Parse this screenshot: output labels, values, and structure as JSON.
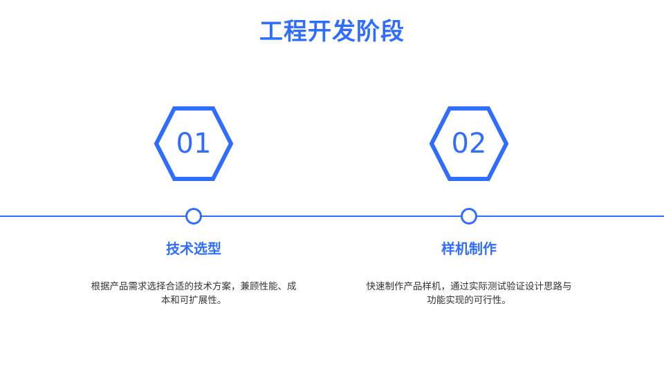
{
  "title": "工程开发阶段",
  "accent": "#2f6dff",
  "stages": [
    {
      "number": "01",
      "name": "技术选型",
      "description": "根据产品需求选择合适的技术方案，兼顾性能、成本和可扩展性。"
    },
    {
      "number": "02",
      "name": "样机制作",
      "description": "快速制作产品样机，通过实际测试验证设计思路与功能实现的可行性。"
    }
  ]
}
